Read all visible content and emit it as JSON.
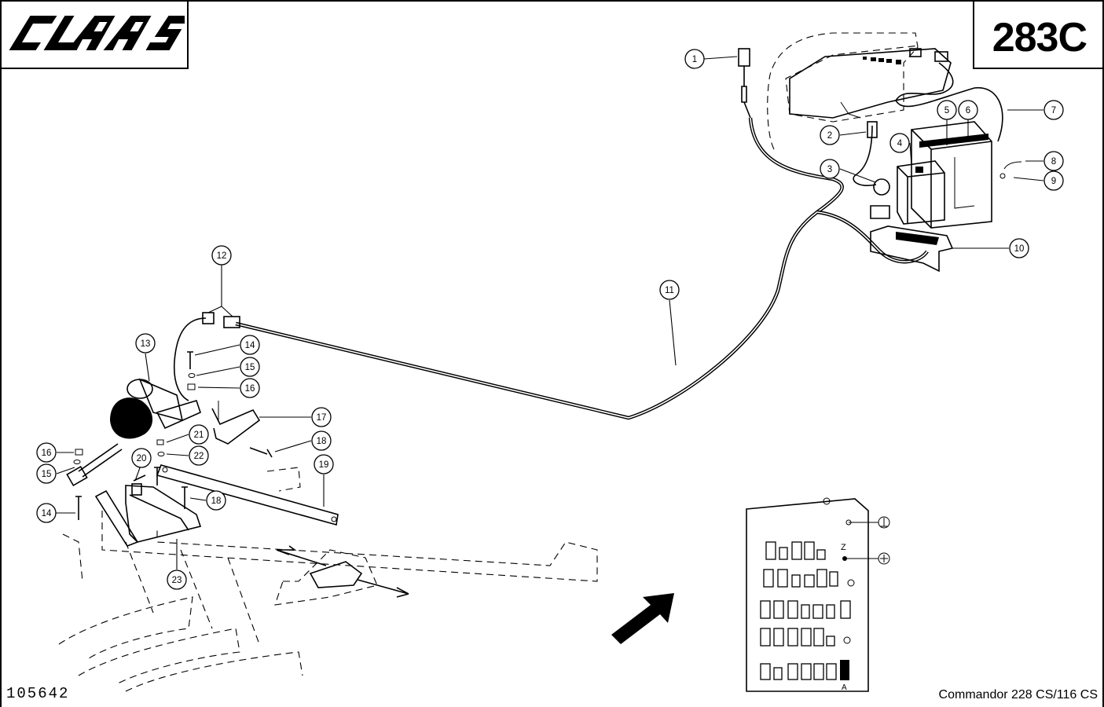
{
  "header": {
    "brand": "CLAAS",
    "page_code": "283C"
  },
  "footer": {
    "document_number": "105642",
    "model": "Commandor 228 CS/116 CS"
  },
  "callouts": [
    {
      "id": "c1",
      "number": "1"
    },
    {
      "id": "c2",
      "number": "2"
    },
    {
      "id": "c3",
      "number": "3"
    },
    {
      "id": "c4",
      "number": "4"
    },
    {
      "id": "c5",
      "number": "5"
    },
    {
      "id": "c6",
      "number": "6"
    },
    {
      "id": "c7",
      "number": "7"
    },
    {
      "id": "c8",
      "number": "8"
    },
    {
      "id": "c9",
      "number": "9"
    },
    {
      "id": "c10",
      "number": "10"
    },
    {
      "id": "c11",
      "number": "11"
    },
    {
      "id": "c12",
      "number": "12"
    },
    {
      "id": "c13",
      "number": "13"
    },
    {
      "id": "c14a",
      "number": "14"
    },
    {
      "id": "c15a",
      "number": "15"
    },
    {
      "id": "c16a",
      "number": "16"
    },
    {
      "id": "c17",
      "number": "17"
    },
    {
      "id": "c18a",
      "number": "18"
    },
    {
      "id": "c16b",
      "number": "16"
    },
    {
      "id": "c15b",
      "number": "15"
    },
    {
      "id": "c21",
      "number": "21"
    },
    {
      "id": "c22",
      "number": "22"
    },
    {
      "id": "c20",
      "number": "20"
    },
    {
      "id": "c19",
      "number": "19"
    },
    {
      "id": "c18b",
      "number": "18"
    },
    {
      "id": "c14b",
      "number": "14"
    },
    {
      "id": "c23",
      "number": "23"
    }
  ],
  "fuse_panel": {
    "label_z": "Z",
    "label_a": "A"
  }
}
